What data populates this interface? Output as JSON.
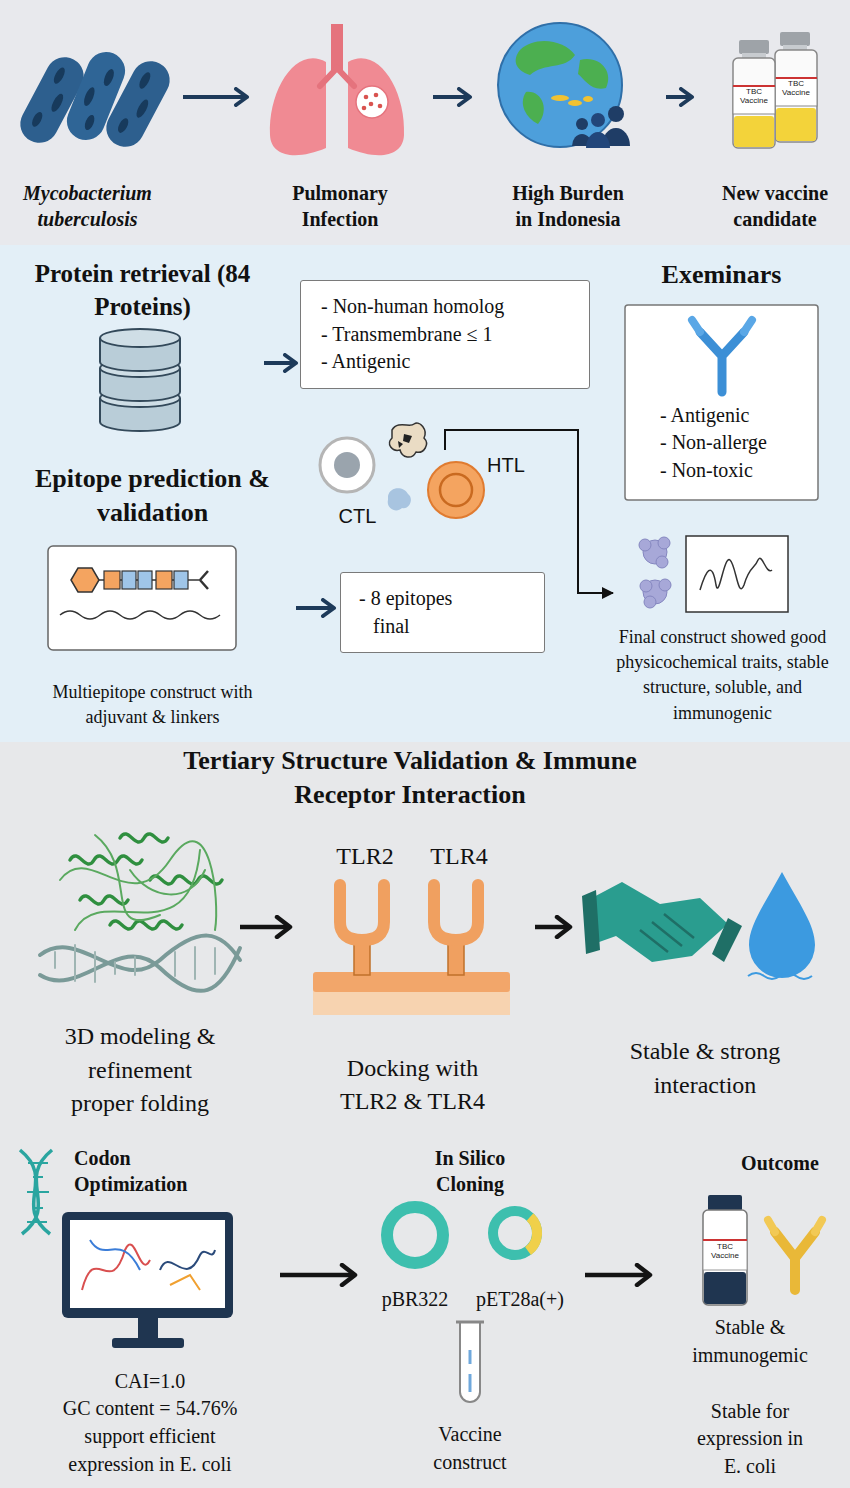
{
  "diagram": {
    "nodes": [
      {
        "text": [
          "Mycobacterium tuberculosis"
        ]
      },
      {
        "text": [
          "Pulmonary Infection"
        ]
      },
      {
        "text": [
          "High Burden in Indonesia"
        ]
      },
      {
        "text": [
          "New vaccine candidate"
        ]
      },
      {
        "text": [
          "Protein retrieval (84 Proteins)"
        ]
      },
      {
        "text": [
          "- Non-human homolog",
          "- Transmembrane ≤ 1",
          "- Antigenic"
        ]
      },
      {
        "text": [
          "Exeminars",
          "- Antigenic",
          "- Non-allerge",
          "- Non-toxic"
        ]
      },
      {
        "text": [
          "Epitope prediction & validation",
          "Multiepitope construct with adjuvant & linkers"
        ]
      },
      {
        "text": [
          "- 8 epitopes final"
        ]
      },
      {
        "text": [
          "CTL"
        ]
      },
      {
        "text": [
          "HTL"
        ]
      },
      {
        "text": [
          "Final construct showed good physicochemical traits, stable structure, soluble, and immunogenic"
        ]
      },
      {
        "text": [
          "3D modeling & refinement proper folding"
        ]
      },
      {
        "text": [
          "TLR2",
          "TLR4",
          "Docking with TLR2 & TLR4"
        ]
      },
      {
        "text": [
          "Stable & strong interaction"
        ]
      },
      {
        "text": [
          "Codon Optimization",
          "CAI=1.0",
          "GC content = 54.76%",
          "support efficient expression in E. coli"
        ]
      },
      {
        "text": [
          "In Silico Cloning",
          "pBR322",
          "pET28a(+)",
          "Vaccine construct"
        ]
      },
      {
        "text": [
          "Outcome",
          "Stable & immunogemic",
          "Stable for expression in E. coli"
        ]
      }
    ],
    "edges": [
      {
        "from": 0,
        "to": 1,
        "arrow": "to"
      },
      {
        "from": 1,
        "to": 2,
        "arrow": "to"
      },
      {
        "from": 2,
        "to": 3,
        "arrow": "to"
      },
      {
        "from": 4,
        "to": 5,
        "arrow": "to"
      },
      {
        "from": 7,
        "to": 8,
        "arrow": "to"
      },
      {
        "from": 10,
        "to": 11,
        "arrow": "to"
      },
      {
        "from": 12,
        "to": 13,
        "arrow": "to"
      },
      {
        "from": 13,
        "to": 14,
        "arrow": "to"
      },
      {
        "from": 15,
        "to": 16,
        "arrow": "to"
      },
      {
        "from": 16,
        "to": 17,
        "arrow": "to"
      }
    ],
    "labels": [
      "TBC Vaccine",
      "TBC Vaccine",
      "Tertiary Structure Validation & Immune Receptor Interaction",
      "TBC Vaccine"
    ]
  }
}
